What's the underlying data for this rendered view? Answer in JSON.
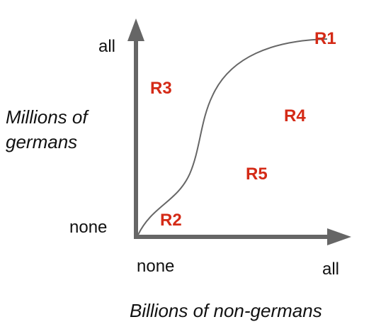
{
  "axes": {
    "y_title_line1": "Millions of",
    "y_title_line2": "germans",
    "x_title": "Billions of non-germans",
    "y_max_label": "all",
    "y_min_label": "none",
    "x_min_label": "none",
    "x_max_label": "all"
  },
  "regions": {
    "r1": "R1",
    "r2": "R2",
    "r3": "R3",
    "r4": "R4",
    "r5": "R5"
  },
  "colors": {
    "axis": "#666666",
    "curve": "#666666",
    "region_label": "#d42a16"
  }
}
